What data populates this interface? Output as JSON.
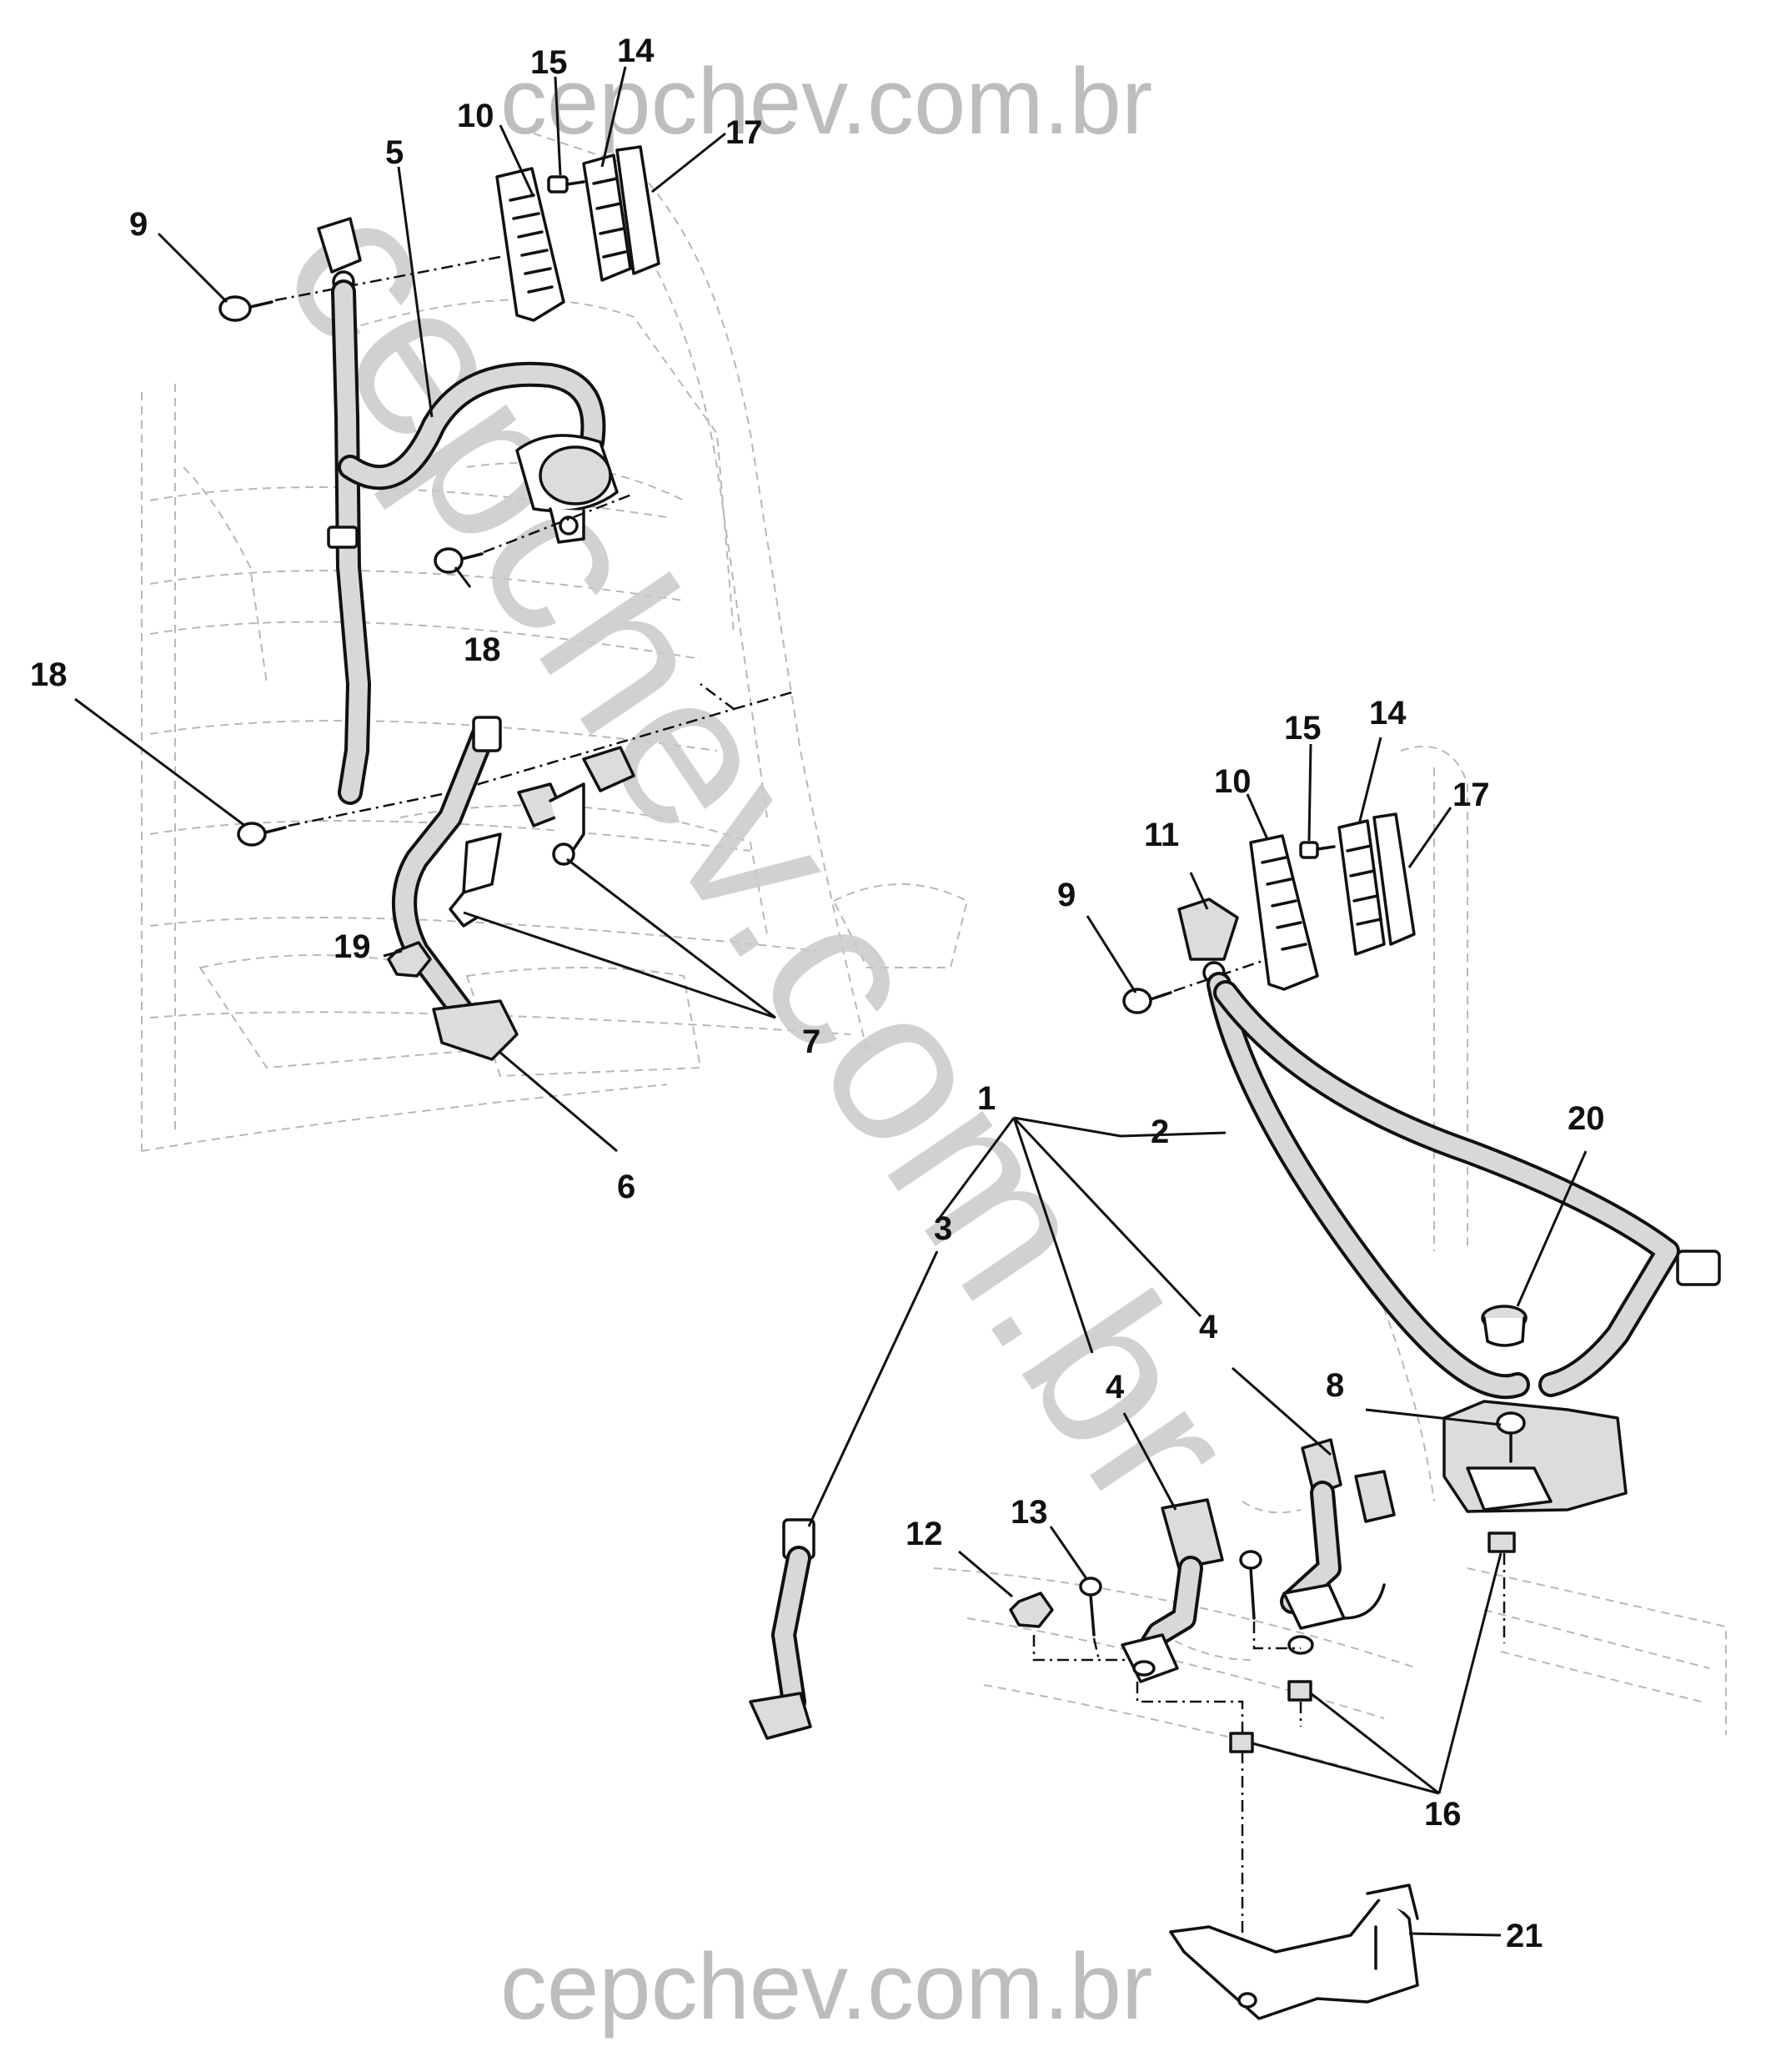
{
  "watermark": {
    "top": "cepchev.com.br",
    "bottom": "cepchev.com.br",
    "diagonal": "cepchev.com.br"
  },
  "callouts": {
    "c1": "1",
    "c2": "2",
    "c3": "3",
    "c4a": "4",
    "c4b": "4",
    "c5": "5",
    "c6": "6",
    "c7": "7",
    "c8": "8",
    "c9_left": "9",
    "c9_right": "9",
    "c10_left": "10",
    "c10_right": "10",
    "c11": "11",
    "c12": "12",
    "c13": "13",
    "c14_left": "14",
    "c14_right": "14",
    "c15_left": "15",
    "c15_right": "15",
    "c16": "16",
    "c17_left": "17",
    "c17_right": "17",
    "c18_a": "18",
    "c18_b": "18",
    "c19": "19",
    "c20": "20",
    "c21": "21"
  },
  "colors": {
    "line": "#111111",
    "ghost": "#b8b8b8",
    "watermark": "#bdbdbd"
  }
}
